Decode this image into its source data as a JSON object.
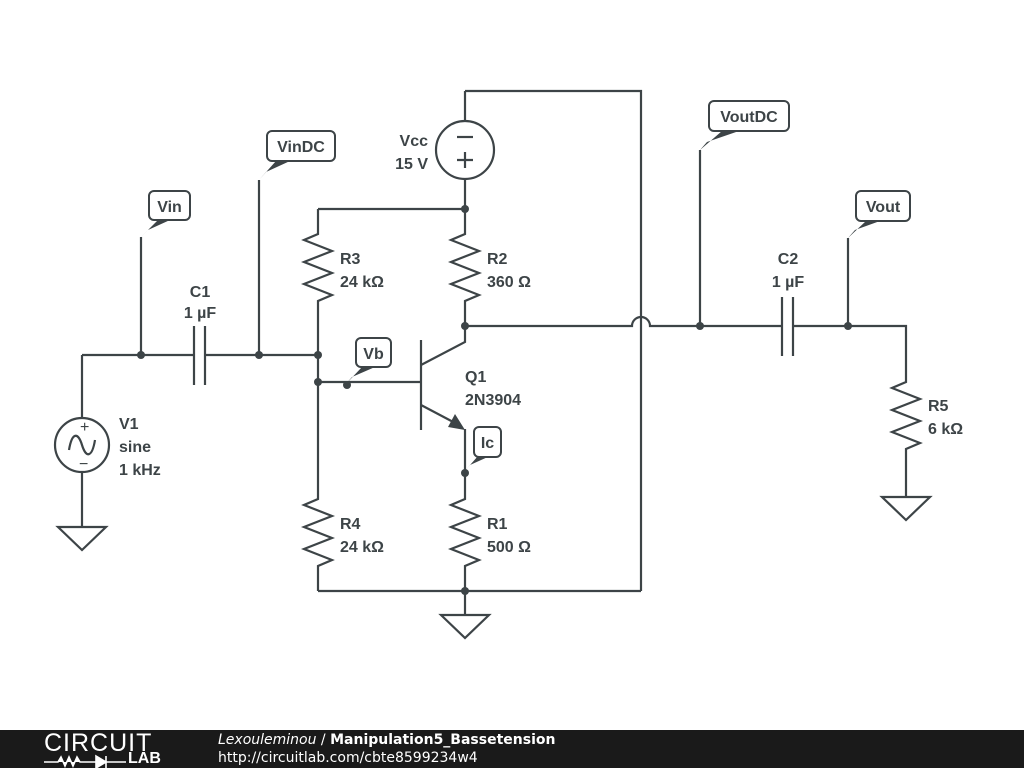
{
  "schematic": {
    "components": {
      "V1": {
        "name": "V1",
        "type": "sine",
        "freq": "1 kHz"
      },
      "C1": {
        "name": "C1",
        "value": "1 µF"
      },
      "Vcc": {
        "name": "Vcc",
        "value": "15 V"
      },
      "R3": {
        "name": "R3",
        "value": "24 kΩ"
      },
      "R2": {
        "name": "R2",
        "value": "360 Ω"
      },
      "R4": {
        "name": "R4",
        "value": "24 kΩ"
      },
      "R1": {
        "name": "R1",
        "value": "500 Ω"
      },
      "Q1": {
        "name": "Q1",
        "model": "2N3904"
      },
      "C2": {
        "name": "C2",
        "value": "1 µF"
      },
      "R5": {
        "name": "R5",
        "value": "6 kΩ"
      }
    },
    "probes": {
      "vin": "Vin",
      "vindc": "VinDC",
      "vb": "Vb",
      "ic": "Ic",
      "voutdc": "VoutDC",
      "vout": "Vout"
    },
    "vcc_symbols": {
      "minus": "−",
      "plus": "+"
    },
    "v1_symbols": {
      "plus": "+",
      "minus": "−"
    }
  },
  "footer": {
    "logo_top": "CIRCUIT",
    "logo_bottom": "LAB",
    "author": "Lexouleminou",
    "separator": " / ",
    "title": "Manipulation5_Bassetension",
    "url": "http://circuitlab.com/cbte8599234w4"
  },
  "colors": {
    "wire": "#3d4447",
    "footer_bg": "#1a1a1a"
  }
}
